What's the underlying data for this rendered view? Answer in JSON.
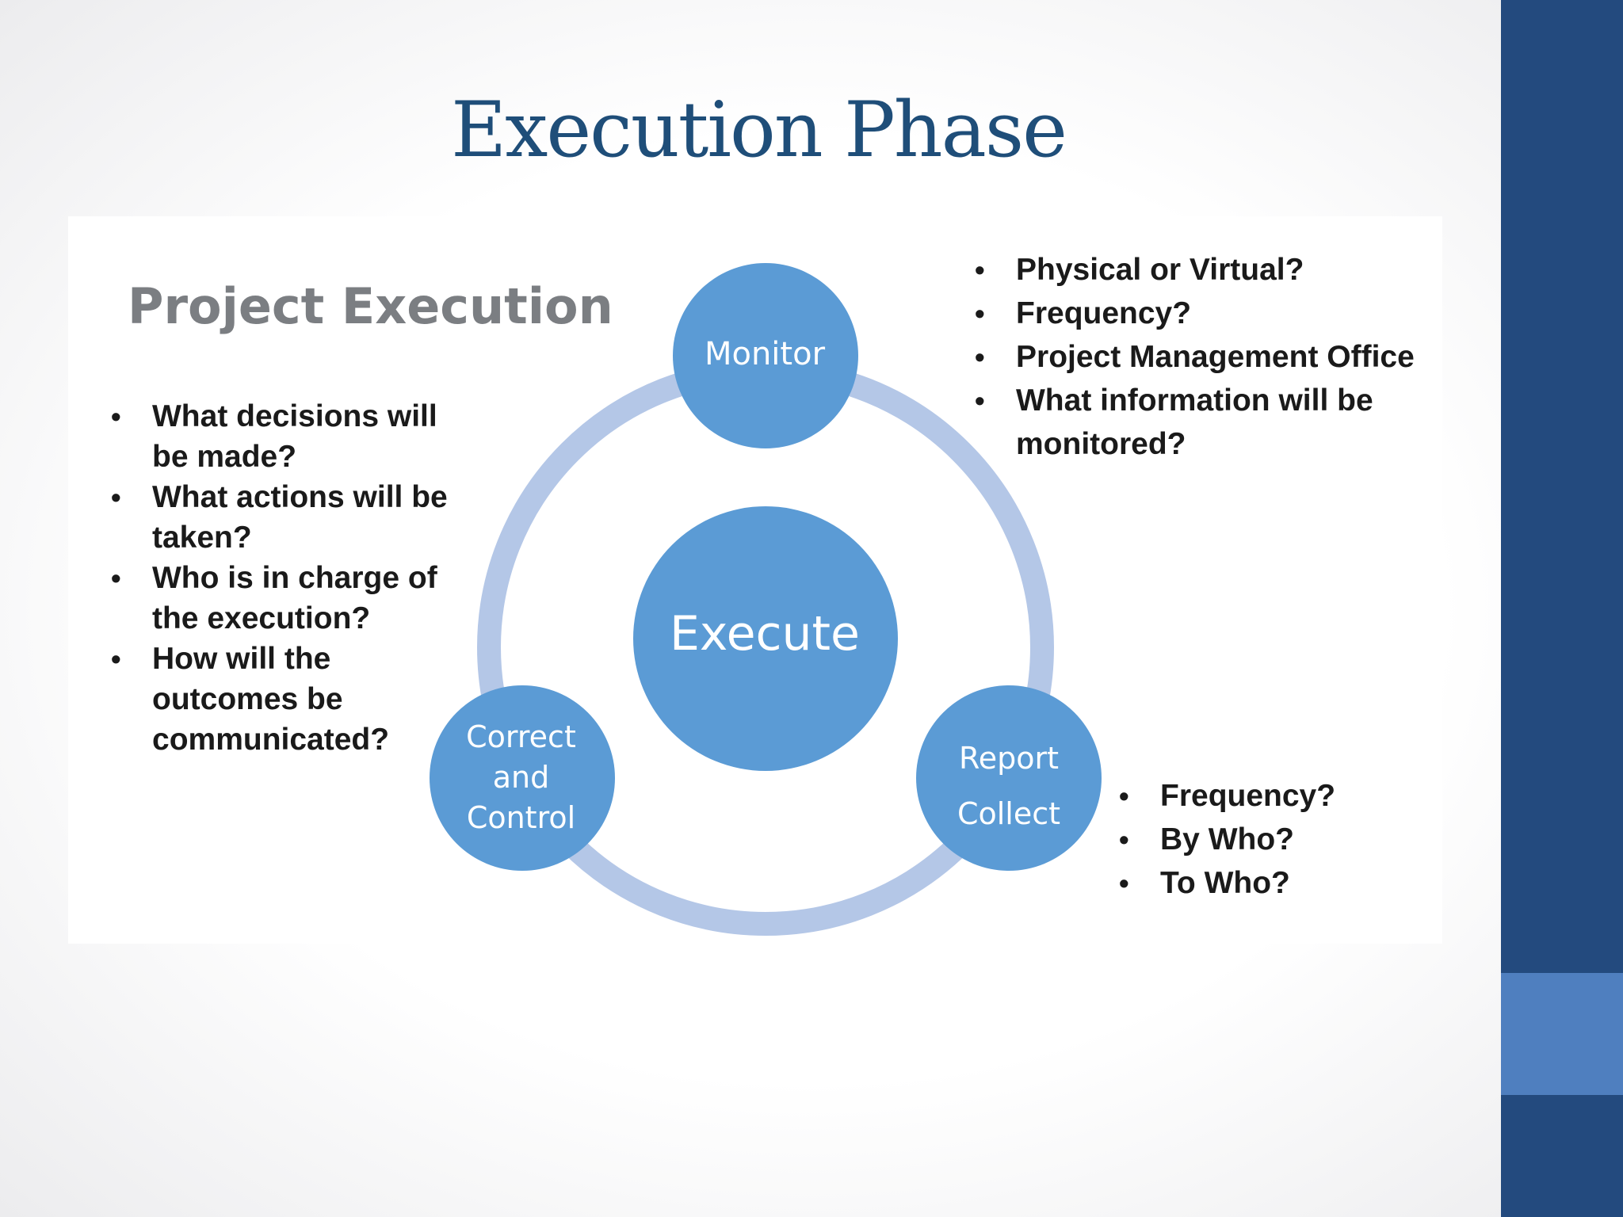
{
  "slide": {
    "title": "Execution Phase"
  },
  "diagram": {
    "title": "Project Execution",
    "center": "Execute",
    "nodes": {
      "monitor": "Monitor",
      "correct": [
        "Correct",
        "and",
        "Control"
      ],
      "report": [
        "Report",
        "Collect"
      ]
    },
    "colors": {
      "node": "#5b9bd5",
      "ring": "#b4c7e7",
      "title": "#1f4e79",
      "sidebar": "#234a7e",
      "sidebar_accent": "#4f7fbf"
    }
  },
  "lists": {
    "left": [
      "What decisions will be made?",
      "What actions will be taken?",
      "Who is in charge of the execution?",
      "How will the outcomes be communicated?"
    ],
    "monitor": [
      "Physical or Virtual?",
      "Frequency?",
      "Project Management Office",
      "What information will be monitored?"
    ],
    "report": [
      "Frequency?",
      "By Who?",
      "To Who?"
    ]
  }
}
